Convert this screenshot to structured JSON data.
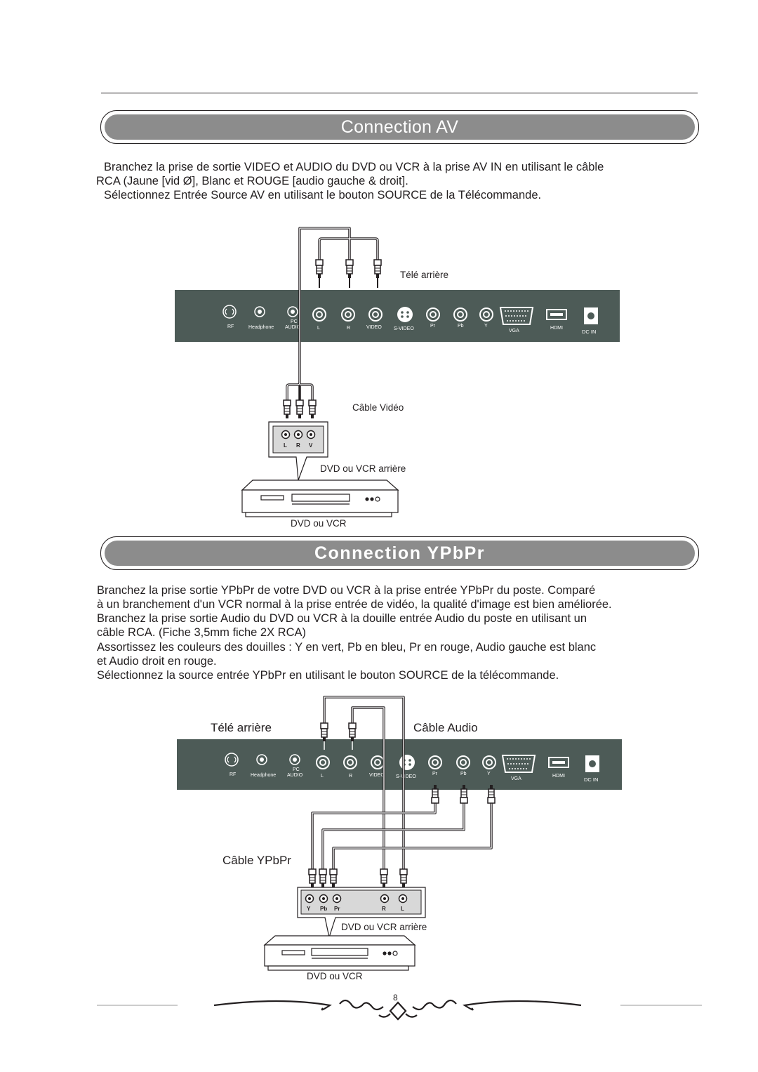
{
  "section_av": {
    "title": "Connection AV",
    "paragraph_lines": [
      "Branchez la prise de sortie VIDEO et AUDIO du DVD ou VCR à la prise AV IN en utilisant le câble",
      "RCA (Jaune [vid Ø], Blanc et ROUGE  [audio gauche & droit].",
      "Sélectionnez Entrée Source AV en utilisant le bouton SOURCE de la Télécommande."
    ],
    "label_tv_rear": "Télé arrière",
    "label_cable": "Câble Vidéo",
    "label_device_rear": "DVD ou VCR arrière",
    "label_device": "DVD ou VCR",
    "jack_labels": [
      "L",
      "R",
      "V"
    ]
  },
  "section_ypbpr": {
    "title": "Connection YPbPr",
    "paragraph_lines": [
      "Branchez la prise sortie YPbPr de votre DVD ou VCR à la prise entrée YPbPr du poste. Comparé",
      "à un branchement d'un VCR normal à la prise entrée de vidéo, la qualité d'image est bien améliorée.",
      "Branchez la prise sortie Audio du DVD ou VCR à la douille entrée Audio du poste en utilisant un",
      "câble RCA. (Fiche 3,5mm  fiche 2X RCA)",
      "Assortissez les couleurs des douilles : Y en vert, Pb en bleu, Pr en rouge, Audio gauche est blanc",
      "et Audio droit en rouge.",
      "Sélectionnez la source entrée YPbPr en utilisant le bouton SOURCE de la télécommande."
    ],
    "label_tv_rear": "Télé arrière",
    "label_audio_cable": "Câble Audio",
    "label_ypbpr_cable": "Câble YPbPr",
    "label_device_rear": "DVD ou VCR arrière",
    "label_device": "DVD ou VCR",
    "jack_labels": [
      "Y",
      "Pb",
      "Pr",
      "R",
      "L"
    ]
  },
  "tv_panel_labels": {
    "rf": "RF",
    "headphone": "Headphone",
    "pc": "PC",
    "audio": "AUDIO",
    "l": "L",
    "r": "R",
    "video": "VIDEO",
    "svideo": "S-VIDEO",
    "pr": "Pr",
    "pb": "Pb",
    "y": "Y",
    "vga": "VGA",
    "hdmi": "HDMI",
    "dcin": "DC  IN"
  },
  "page_number": "8",
  "colors": {
    "panel": "#4d5b57",
    "banner": "#8c8c8c",
    "ink": "#231f20"
  }
}
